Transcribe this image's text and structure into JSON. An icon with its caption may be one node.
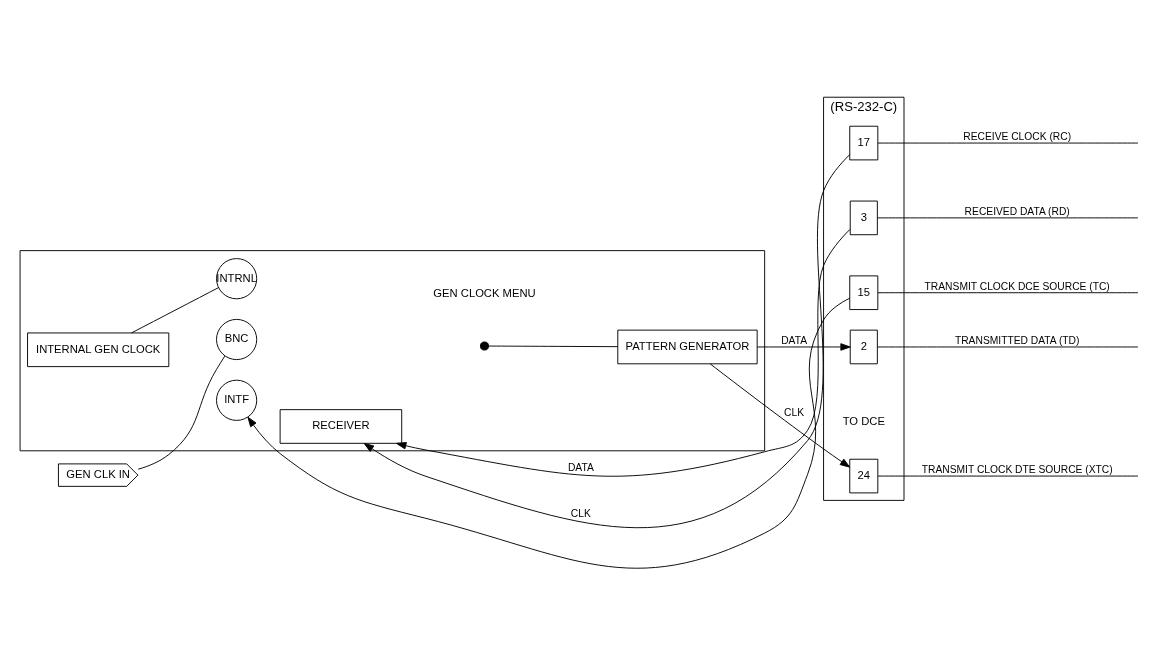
{
  "diagram": {
    "nodes": [
      {
        "text": [],
        "shape": "box"
      },
      {
        "text": [
          "GEN CLK IN"
        ]
      },
      {
        "text": [
          "BNC"
        ],
        "in": 0
      },
      {
        "text": [
          "INTRNL"
        ],
        "in": 0
      },
      {
        "text": [
          "INTF"
        ],
        "in": 0
      },
      {
        "text": [],
        "shape": "switch",
        "in": 0
      },
      {
        "text": [
          "PATTERN GENERATOR"
        ],
        "in": 0
      },
      {
        "text": [
          "INTERNAL GEN CLOCK"
        ],
        "in": 0
      },
      {
        "text": [
          "RECEIVER"
        ],
        "in": 0
      },
      {
        "text": [
          "(RS-232-C)"
        ],
        "beside": [
          "TO DCE"
        ]
      },
      {
        "text": [
          "2"
        ],
        "in": 9
      },
      {
        "text": [
          "24"
        ],
        "in": 9
      },
      {
        "text": [
          "15"
        ],
        "in": 9
      },
      {
        "text": [
          "3"
        ],
        "in": 9
      },
      {
        "text": [
          "17"
        ],
        "in": 9
      }
    ],
    "edges": [
      {
        "from": 1,
        "to": 2,
        "arrow": "none"
      },
      {
        "from": 7,
        "to": 3,
        "arrow": "none"
      },
      {
        "from": 12,
        "to": 4,
        "arrow": "to"
      },
      {
        "from": 5,
        "to": 6,
        "arrow": "none"
      },
      {
        "from": 6,
        "to": 10,
        "arrow": "to",
        "label": "DATA"
      },
      {
        "from": 6,
        "to": 11,
        "arrow": "to",
        "label": "CLK"
      },
      {
        "from": 13,
        "to": 8,
        "arrow": "to",
        "label": "DATA"
      },
      {
        "from": 14,
        "to": 8,
        "arrow": "to",
        "label": "CLK"
      },
      {
        "from": 10,
        "to": null,
        "arrow": "none",
        "label": "TRANSMITTED DATA (TD)"
      },
      {
        "from": 11,
        "to": null,
        "arrow": "none",
        "label": "TRANSMIT CLOCK DTE SOURCE (XTC)"
      },
      {
        "from": 12,
        "to": null,
        "arrow": "none",
        "label": "TRANSMIT CLOCK DCE SOURCE (TC)"
      },
      {
        "from": 13,
        "to": null,
        "arrow": "none",
        "label": "RECEIVED DATA (RD)"
      },
      {
        "from": 14,
        "to": null,
        "arrow": "none",
        "label": "RECEIVE CLOCK (RC)"
      }
    ],
    "labels": [
      "GEN CLOCK MENU"
    ]
  }
}
